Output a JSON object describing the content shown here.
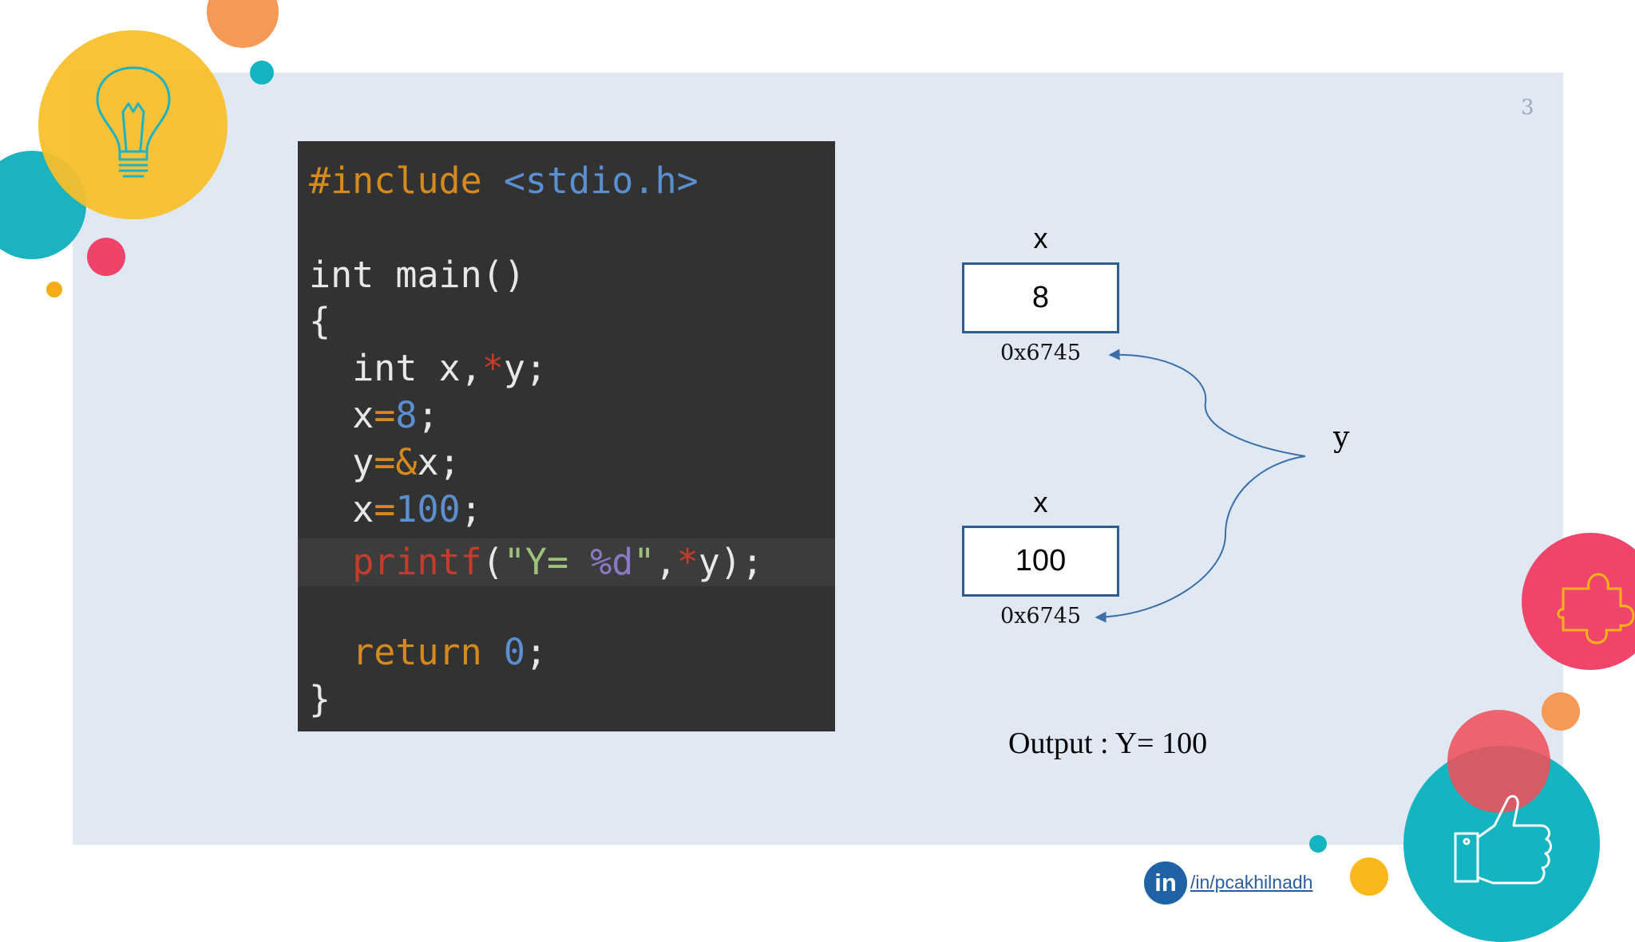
{
  "page_number": "3",
  "code": {
    "include": {
      "kw": "#include",
      "file": "<stdio.h>"
    },
    "main_sig": "int main()",
    "open_brace": "{",
    "decl": {
      "type": "int",
      "vars": "x,",
      "ptr_star": "*",
      "ptr_name": "y;"
    },
    "assign_x": {
      "var": "x",
      "op": "=",
      "val": "8",
      "end": ";"
    },
    "assign_y": {
      "var": "y",
      "op": "=",
      "amp": "&",
      "rest": "x;"
    },
    "assign_x2": {
      "var": "x",
      "op": "=",
      "val": "100",
      "end": ";"
    },
    "printf": {
      "fn": "printf",
      "open": "(",
      "str_a": "\"Y= ",
      "fmt": "%d",
      "str_b": "\"",
      "comma": ",",
      "star": "*",
      "arg": "y",
      "close": ");"
    },
    "return": {
      "kw": "return",
      "val": "0",
      "end": ";"
    },
    "close_brace": "}"
  },
  "diagram": {
    "box1": {
      "name": "x",
      "value": "8",
      "address": "0x6745"
    },
    "box2": {
      "name": "x",
      "value": "100",
      "address": "0x6745"
    },
    "pointer_label": "y",
    "output": "Output : Y= 100",
    "arrow_color": "#3a6fa8"
  },
  "footer": {
    "linkedin_badge": "in",
    "linkedin_handle": "/in/pcakhilnadh"
  },
  "colors": {
    "panel": "#dfe8f3",
    "code_bg": "#323232",
    "box_border": "#2d5c91"
  },
  "icons": [
    "lightbulb-icon",
    "puzzle-icon",
    "thumbs-up-icon"
  ]
}
